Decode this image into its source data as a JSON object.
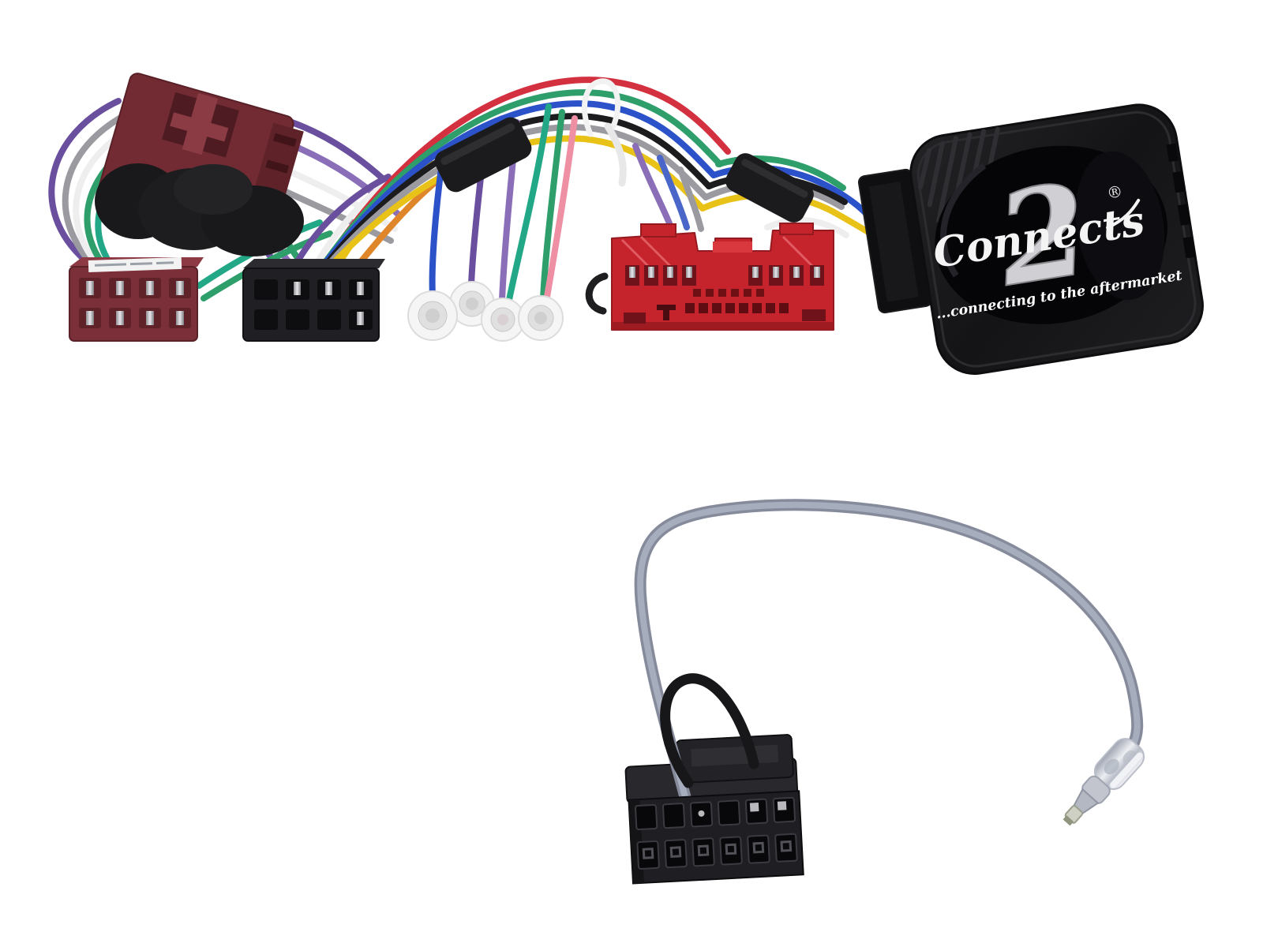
{
  "background": "#ffffff",
  "branding": {
    "logo_script": "Connects",
    "logo_numeral": "2",
    "registered_mark": "®",
    "tagline": "...connecting to the aftermarket"
  },
  "palette": {
    "quadlock_maroon": "#722b33",
    "iso_maroon": "#7b2f38",
    "iso_black": "#202024",
    "vehicle_connector_red": "#c5242c",
    "vehicle_connector_red_dark": "#9e1b22",
    "interface_box_black": "#1a1a1c",
    "tape_black": "#1b1b1d",
    "aerial_lead_grey": "#868b9c",
    "aerial_lead_grey_light": "#aab0c0",
    "stalk_connector_black": "#1f1f23",
    "chrome_plug": "#d8dbe2",
    "bullet_terminal_clear": "#f5f5f5",
    "cable_tie_white": "#f2f2f2",
    "wire_purple": "#6a4f9e",
    "wire_violet": "#8a6fb8",
    "wire_grey": "#9a9aa0",
    "wire_white": "#eeeeee",
    "wire_green": "#2e9e6b",
    "wire_teal": "#22a886",
    "wire_blue": "#2b52c8",
    "wire_blue_light": "#4a66c8",
    "wire_yellow": "#e8c216",
    "wire_black": "#1c1c1e",
    "wire_red": "#d33040",
    "wire_pink": "#ef8fa4",
    "wire_orange": "#e0862a"
  }
}
